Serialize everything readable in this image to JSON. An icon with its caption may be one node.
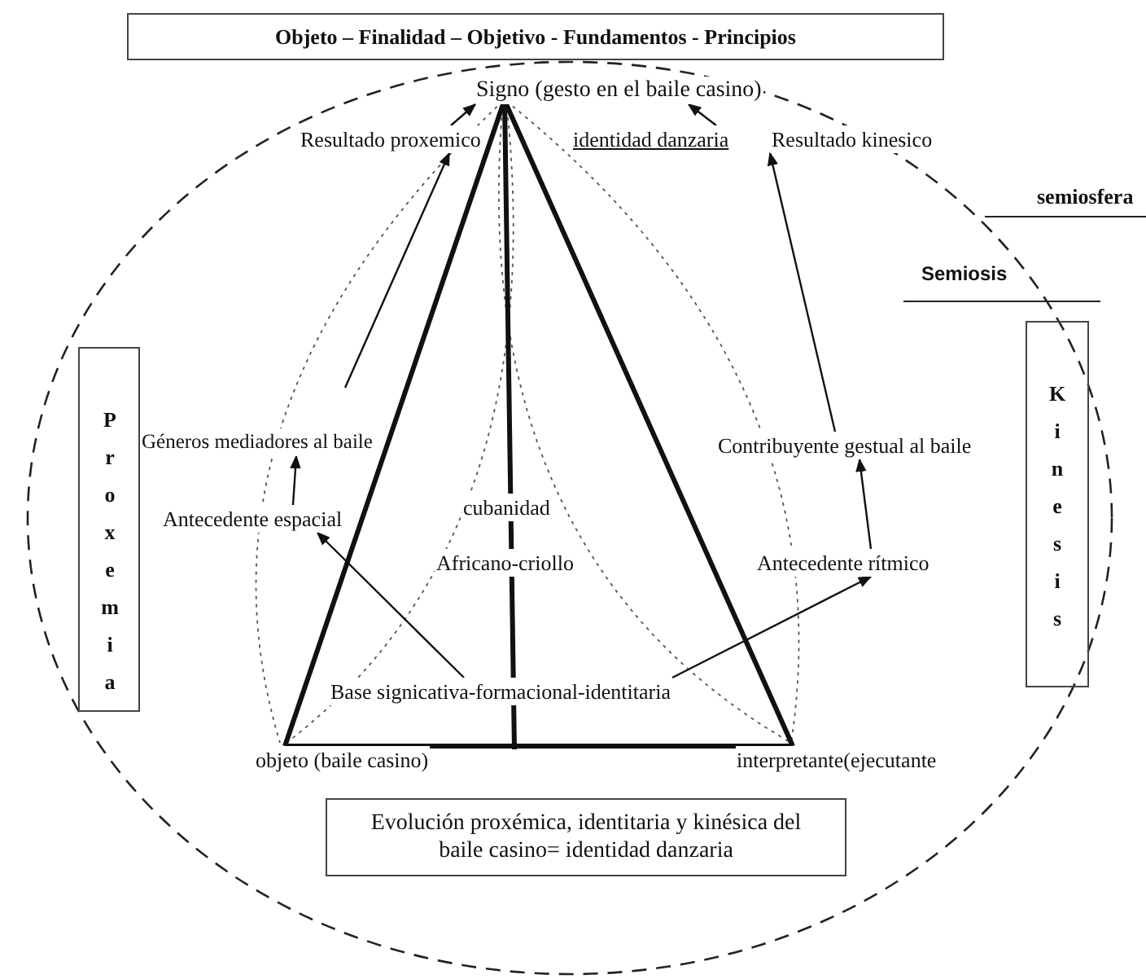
{
  "diagram": {
    "nodes": [
      {
        "text": [
          "Objeto – Finalidad  – Objetivo - Fundamentos  - Principios"
        ]
      },
      {
        "text": [
          "Signo (gesto en el baile casino)"
        ]
      },
      {
        "text": [
          "Resultado proxemico"
        ]
      },
      {
        "text": [
          "identidad danzaria"
        ]
      },
      {
        "text": [
          "Resultado kinesico"
        ]
      },
      {
        "text": [
          "Proxemia"
        ]
      },
      {
        "text": [
          "Kinesis"
        ]
      },
      {
        "text": [
          "Géneros mediadores al baile"
        ]
      },
      {
        "text": [
          "Antecedente espacial"
        ]
      },
      {
        "text": [
          "cubanidad"
        ]
      },
      {
        "text": [
          "Africano-criollo"
        ]
      },
      {
        "text": [
          "Contribuyente  gestual al baile"
        ]
      },
      {
        "text": [
          "Antecedente rítmico"
        ]
      },
      {
        "text": [
          "Base signicativa-formacional-identitaria"
        ]
      },
      {
        "text": [
          "objeto (baile casino)"
        ]
      },
      {
        "text": [
          "interpretante(ejecutante"
        ]
      },
      {
        "text": [
          "Evolución proxémica, identitaria y kinésica del baile casino= identidad  danzaria"
        ]
      }
    ],
    "edges": [
      {
        "from": 3,
        "to": 1,
        "arrow": "to"
      },
      {
        "from": null,
        "to": 2,
        "arrow": "to"
      },
      {
        "from": 2,
        "to": 1,
        "arrow": "to"
      },
      {
        "from": 11,
        "to": 4,
        "arrow": "to"
      },
      {
        "from": 8,
        "to": 7,
        "arrow": "to"
      },
      {
        "from": 13,
        "to": 8,
        "arrow": "to"
      },
      {
        "from": 12,
        "to": 11,
        "arrow": "to"
      },
      {
        "from": 13,
        "to": 12,
        "arrow": "to"
      },
      {
        "from": 1,
        "to": 14,
        "arrow": "none",
        "style": "thick"
      },
      {
        "from": 1,
        "to": 15,
        "arrow": "none",
        "style": "thick"
      },
      {
        "from": 14,
        "to": 15,
        "arrow": "none",
        "style": "thick"
      }
    ],
    "labels": [
      "semiosfera",
      "Semiosis"
    ]
  }
}
